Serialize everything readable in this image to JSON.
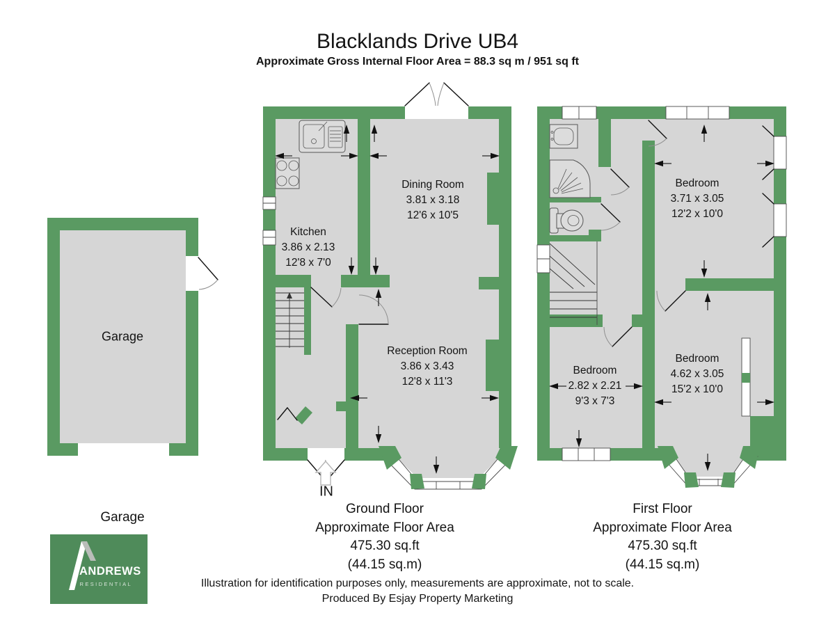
{
  "header": {
    "title": "Blacklands Drive UB4",
    "subtitle": "Approximate Gross Internal Floor Area = 88.3 sq m / 951 sq ft"
  },
  "plans": {
    "garage": {
      "room": {
        "name": "Garage"
      },
      "caption": "Garage"
    },
    "ground_floor": {
      "rooms": {
        "kitchen": {
          "name": "Kitchen",
          "metric": "3.86 x 2.13",
          "imperial": "12'8 x 7'0"
        },
        "dining_room": {
          "name": "Dining Room",
          "metric": "3.81 x 3.18",
          "imperial": "12'6 x 10'5"
        },
        "reception_room": {
          "name": "Reception Room",
          "metric": "3.86 x 3.43",
          "imperial": "12'8 x 11'3"
        }
      },
      "entrance_label": "IN",
      "caption": {
        "line1": "Ground Floor",
        "line2": "Approximate Floor Area",
        "line3": "475.30 sq.ft",
        "line4": "(44.15 sq.m)"
      }
    },
    "first_floor": {
      "rooms": {
        "bedroom_rear": {
          "name": "Bedroom",
          "metric": "3.71 x 3.05",
          "imperial": "12'2 x 10'0"
        },
        "bedroom_small": {
          "name": "Bedroom",
          "metric": "2.82 x 2.21",
          "imperial": "9'3 x 7'3"
        },
        "bedroom_front": {
          "name": "Bedroom",
          "metric": "4.62 x 3.05",
          "imperial": "15'2 x 10'0"
        }
      },
      "caption": {
        "line1": "First Floor",
        "line2": "Approximate Floor Area",
        "line3": "475.30 sq.ft",
        "line4": "(44.15 sq.m)"
      }
    }
  },
  "footer": {
    "disclaimer": "Illustration for identification purposes only, measurements are approximate, not to scale.",
    "producer": "Produced By Esjay Property Marketing"
  },
  "logo": {
    "brand": "ANDREWS",
    "subtext": "RESIDENTIAL"
  },
  "colors": {
    "wall": "#5a9a62",
    "floor": "#d6d6d6",
    "logo_background": "#4f8b5a"
  }
}
